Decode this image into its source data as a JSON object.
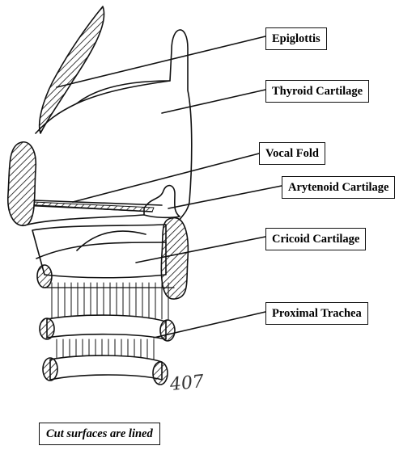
{
  "labels": {
    "epiglottis": "Epiglottis",
    "thyroid": "Thyroid Cartilage",
    "vocal_fold": "Vocal Fold",
    "arytenoid": "Arytenoid Cartilage",
    "cricoid": "Cricoid Cartilage",
    "trachea": "Proximal Trachea"
  },
  "caption": "Cut surfaces are lined",
  "signature": "407",
  "colors": {
    "ink": "#111111",
    "background": "#ffffff"
  }
}
